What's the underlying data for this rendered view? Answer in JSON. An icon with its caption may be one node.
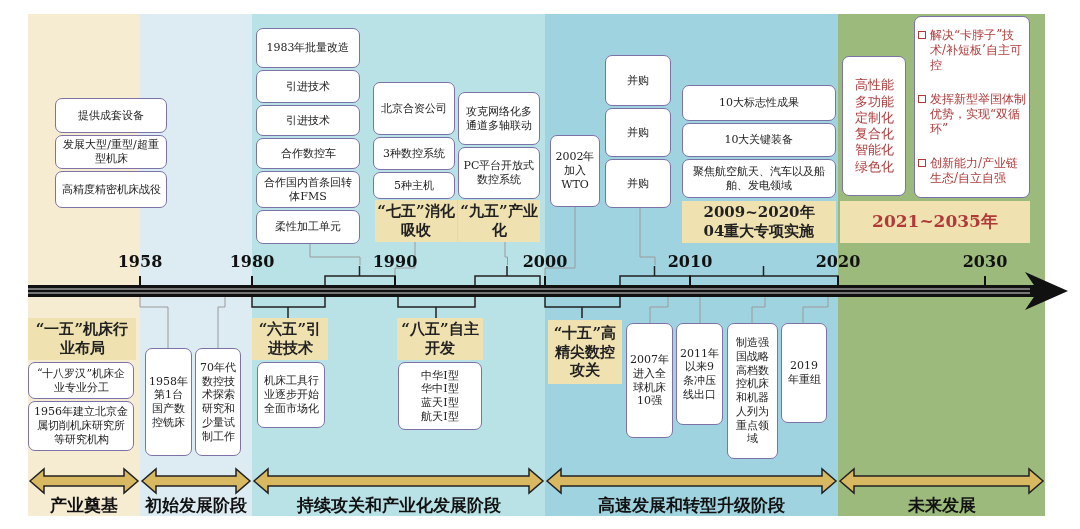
{
  "diagram": {
    "nodes": [
      {
        "text": [
          "提供成套设备"
        ]
      },
      {
        "text": [
          "发展大型/重型/超重型机床"
        ]
      },
      {
        "text": [
          "高精度精密机床战役"
        ]
      },
      {
        "text": [
          "1983年批量改造"
        ]
      },
      {
        "text": [
          "引进技术"
        ]
      },
      {
        "text": [
          "引进技术"
        ]
      },
      {
        "text": [
          "合作数控车"
        ]
      },
      {
        "text": [
          "合作国内首条回转体FMS"
        ]
      },
      {
        "text": [
          "柔性加工单元"
        ]
      },
      {
        "text": [
          "北京合资公司"
        ]
      },
      {
        "text": [
          "3种数控系统"
        ]
      },
      {
        "text": [
          "5种主机"
        ]
      },
      {
        "text": [
          "“七五”消化吸收"
        ]
      },
      {
        "text": [
          "攻克网络化多通道多轴联动"
        ]
      },
      {
        "text": [
          "PC平台开放式数控系统"
        ]
      },
      {
        "text": [
          "“九五”产业化"
        ]
      },
      {
        "text": [
          "2002年加入WTO"
        ]
      },
      {
        "text": [
          "并购"
        ]
      },
      {
        "text": [
          "并购"
        ]
      },
      {
        "text": [
          "并购"
        ]
      },
      {
        "text": [
          "10大标志性成果"
        ]
      },
      {
        "text": [
          "10大关键装备"
        ]
      },
      {
        "text": [
          "聚焦航空航天、汽车以及船舶、发电领域"
        ]
      },
      {
        "text": [
          "2009~2020年",
          "04重大专项实施"
        ]
      },
      {
        "text": [
          "高性能多功能定制化复合化智能化绿色化"
        ]
      },
      {
        "text": [
          "解决“卡脖子”技术/补短板’自主可控",
          "发挥新型举国体制优势，实现“双循环”",
          "创新能力/产业链生态/自立自强"
        ]
      },
      {
        "text": [
          "2021~2035年"
        ]
      },
      {
        "text": [
          "“一五”机床行业布局"
        ]
      },
      {
        "text": [
          "“十八罗汉”机床企业专业分工"
        ]
      },
      {
        "text": [
          "1956年建立北京金属切削机床研究所等研究机构"
        ]
      },
      {
        "text": [
          "1958年第1台国产数控铣床"
        ]
      },
      {
        "text": [
          "70年代数控技术探索研究和少量试制工作"
        ]
      },
      {
        "text": [
          "“六五”引进技术"
        ]
      },
      {
        "text": [
          "机床工具行业逐步开始全面市场化"
        ]
      },
      {
        "text": [
          "“八五”自主开发"
        ]
      },
      {
        "text": [
          "中华I型",
          "华中I型",
          "蓝天I型",
          "航天I型"
        ]
      },
      {
        "text": [
          "“十五”高精尖数控攻关"
        ]
      },
      {
        "text": [
          "2007年进入全球机床10强"
        ]
      },
      {
        "text": [
          "2011年以来9条冲压线出口"
        ]
      },
      {
        "text": [
          "制造强国战略高档数控机床和机器人列为重点领域"
        ]
      },
      {
        "text": [
          "2019年重组"
        ]
      },
      {
        "text": [],
        "shape": "bracket"
      },
      {
        "text": [],
        "shape": "bracket"
      },
      {
        "text": [],
        "shape": "bracket"
      },
      {
        "text": [],
        "shape": "bracket"
      },
      {
        "text": [],
        "shape": "bracket"
      },
      {
        "text": [],
        "shape": "bracket"
      },
      {
        "text": [],
        "shape": "bracket"
      },
      {
        "text": [],
        "shape": "arrow"
      },
      {
        "text": [
          "产业奠基"
        ]
      },
      {
        "text": [
          "初始发展阶段"
        ]
      },
      {
        "text": [
          "持续攻关和产业化发展阶段"
        ]
      },
      {
        "text": [
          "高速发展和转型升级阶段"
        ]
      },
      {
        "text": [
          "未来发展"
        ]
      }
    ],
    "edges": [
      {
        "from": 8,
        "to": 41,
        "arrow": "none"
      },
      {
        "from": 12,
        "to": 48,
        "arrow": "none"
      },
      {
        "from": 15,
        "to": 42,
        "arrow": "none"
      },
      {
        "from": 16,
        "to": 48,
        "arrow": "none"
      },
      {
        "from": 19,
        "to": 43,
        "arrow": "none"
      },
      {
        "from": 30,
        "to": 48,
        "arrow": "none"
      },
      {
        "from": 31,
        "to": 48,
        "arrow": "none"
      },
      {
        "from": 37,
        "to": 48,
        "arrow": "none"
      },
      {
        "from": 38,
        "to": 48,
        "arrow": "none"
      },
      {
        "from": 39,
        "to": 48,
        "arrow": "none"
      },
      {
        "from": 40,
        "to": 48,
        "arrow": "none"
      }
    ],
    "labels": [
      "1958",
      "1980",
      "1990",
      "2000",
      "2010",
      "2020",
      "2030"
    ]
  }
}
